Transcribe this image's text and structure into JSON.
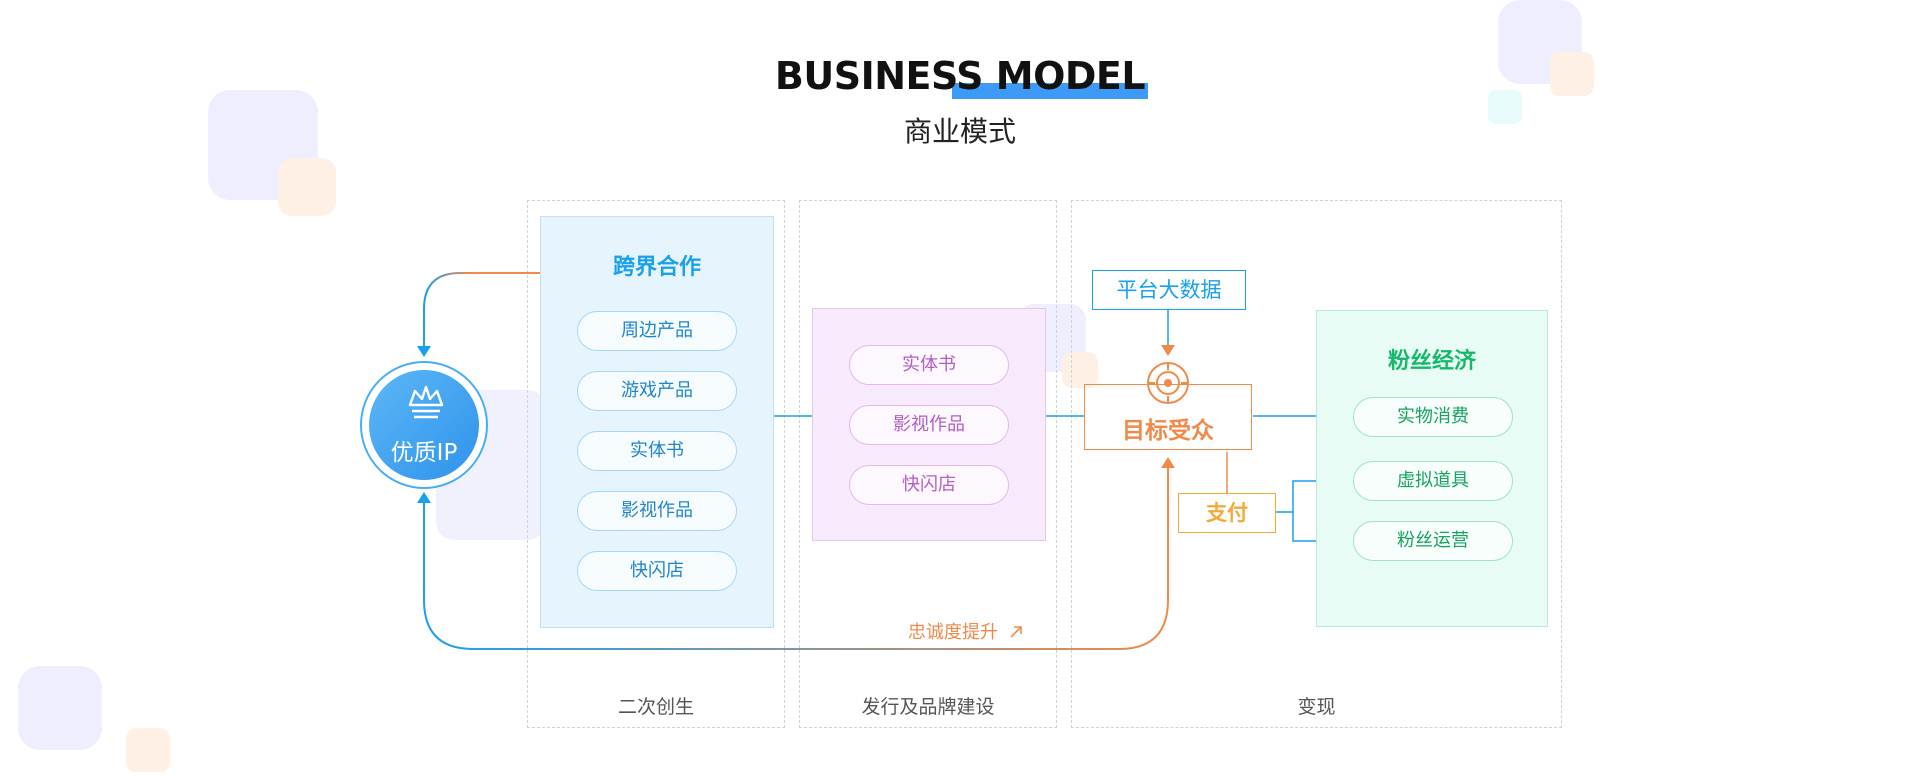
{
  "title": {
    "en": "BUSINESS MODEL",
    "cn": "商业模式"
  },
  "ip": {
    "label": "优质IP",
    "icon": "crown-icon"
  },
  "columns": [
    {
      "label": "二次创生"
    },
    {
      "label": "发行及品牌建设"
    },
    {
      "label": "变现"
    }
  ],
  "crossover": {
    "title": "跨界合作",
    "items": [
      "周边产品",
      "游戏产品",
      "实体书",
      "影视作品",
      "快闪店"
    ]
  },
  "distribution": {
    "items": [
      "实体书",
      "影视作品",
      "快闪店"
    ]
  },
  "platform_data": {
    "label": "平台大数据"
  },
  "target": {
    "label": "目标受众",
    "icon": "target-icon"
  },
  "payment": {
    "label": "支付"
  },
  "fan_economy": {
    "title": "粉丝经济",
    "items": [
      "实物消费",
      "虚拟道具",
      "粉丝运营"
    ]
  },
  "loyalty": {
    "label": "忠诚度提升",
    "icon": "arrow-up-right-icon"
  },
  "colors": {
    "blue": "#1ba0ea",
    "orange": "#f08a4b",
    "pink": "#b35dc6",
    "green": "#16b86a",
    "yellow": "#f2a93a"
  }
}
